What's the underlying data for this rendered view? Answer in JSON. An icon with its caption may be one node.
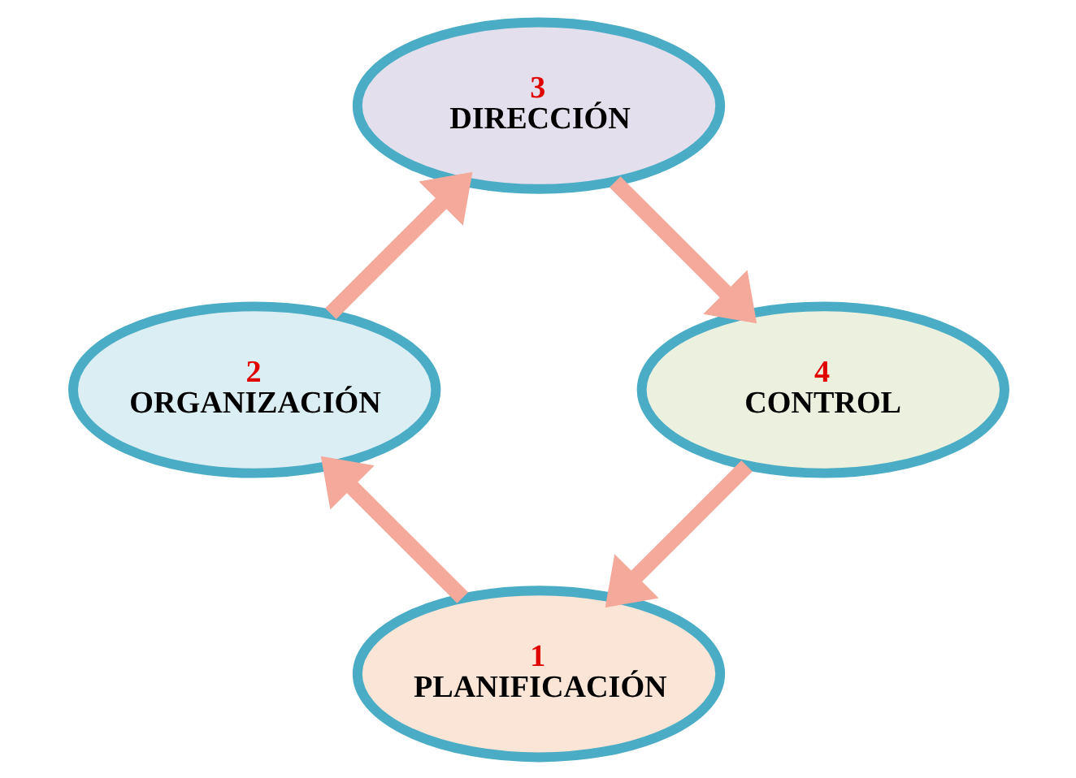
{
  "diagram": {
    "nodes": [
      {
        "text": [
          "1",
          "PLANIFICACIÓN"
        ]
      },
      {
        "text": [
          "2",
          "ORGANIZACIÓN"
        ]
      },
      {
        "text": [
          "3",
          "DIRECCIÓN"
        ]
      },
      {
        "text": [
          "4",
          "CONTROL"
        ]
      }
    ],
    "edges": [
      {
        "from": 0,
        "to": 1,
        "arrow": "to"
      },
      {
        "from": 1,
        "to": 2,
        "arrow": "to"
      },
      {
        "from": 2,
        "to": 3,
        "arrow": "to"
      },
      {
        "from": 3,
        "to": 0,
        "arrow": "to"
      }
    ]
  }
}
